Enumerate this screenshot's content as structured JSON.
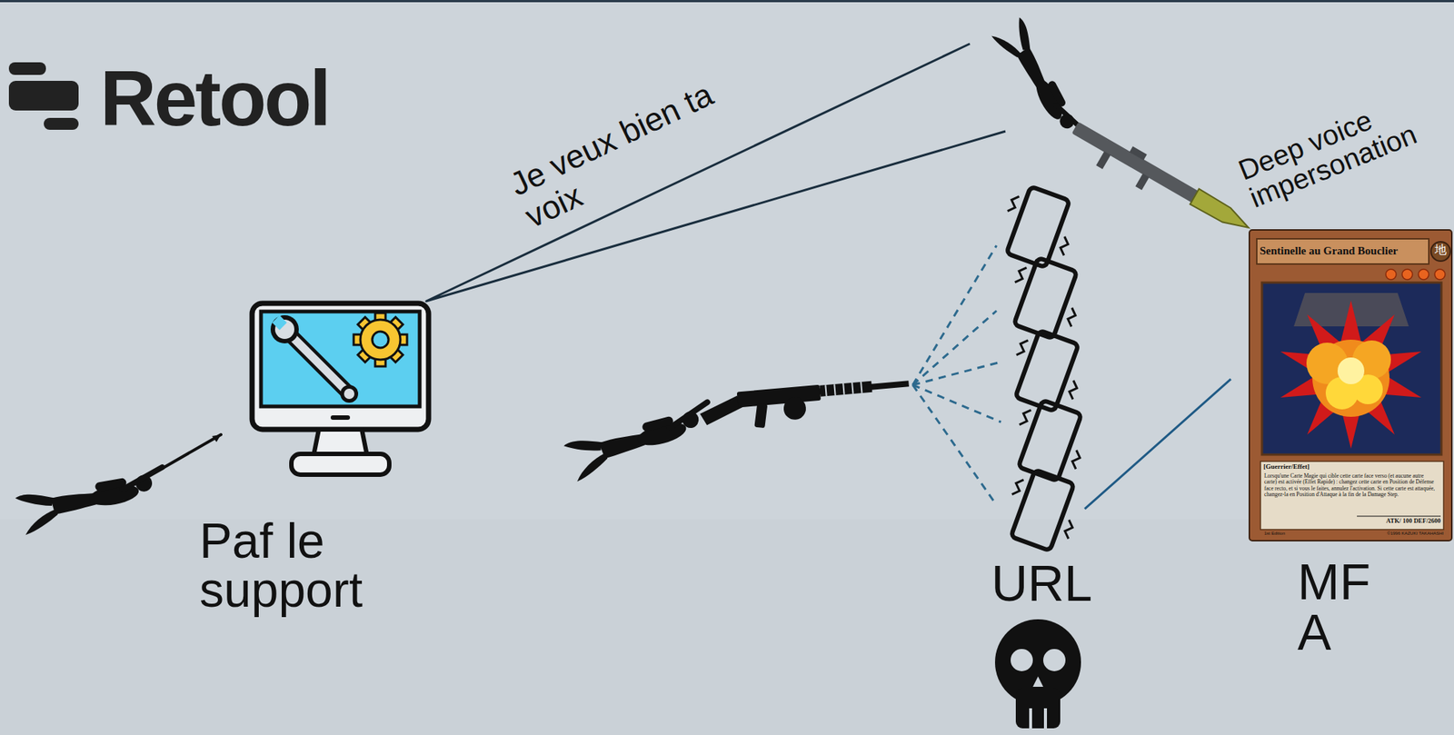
{
  "diagram": {
    "title": "Retool",
    "nodes": [
      {
        "text": [
          "Paf le support"
        ]
      },
      {
        "text": [
          "Deep voice impersonation"
        ]
      },
      {
        "text": [
          "URL"
        ]
      },
      {
        "text": [
          "MFA",
          "Sentinelle au Grand Bouclier",
          "地",
          "[Guerrier/Effet]",
          "Lorsqu'une Carte Magie qui cible cette carte face verso (et aucune autre carte) est activée (Effet Rapide) : changez cette carte en Position de Défense face recto, et si vous le faites, annulez l'activation. Si cette carte est attaquée, changez-la en Position d'Attaque à la fin de la Damage Step.",
          "ATK/ 100 DEF/2600",
          "1st Edition",
          "©1996 KAZUKI TAKAHASHI"
        ]
      }
    ],
    "edges": [
      {
        "from": 0,
        "to": 1,
        "label": "Je veux bien ta voix",
        "arrow": "none"
      },
      {
        "from": 2,
        "to": 3,
        "arrow": "none"
      }
    ]
  }
}
